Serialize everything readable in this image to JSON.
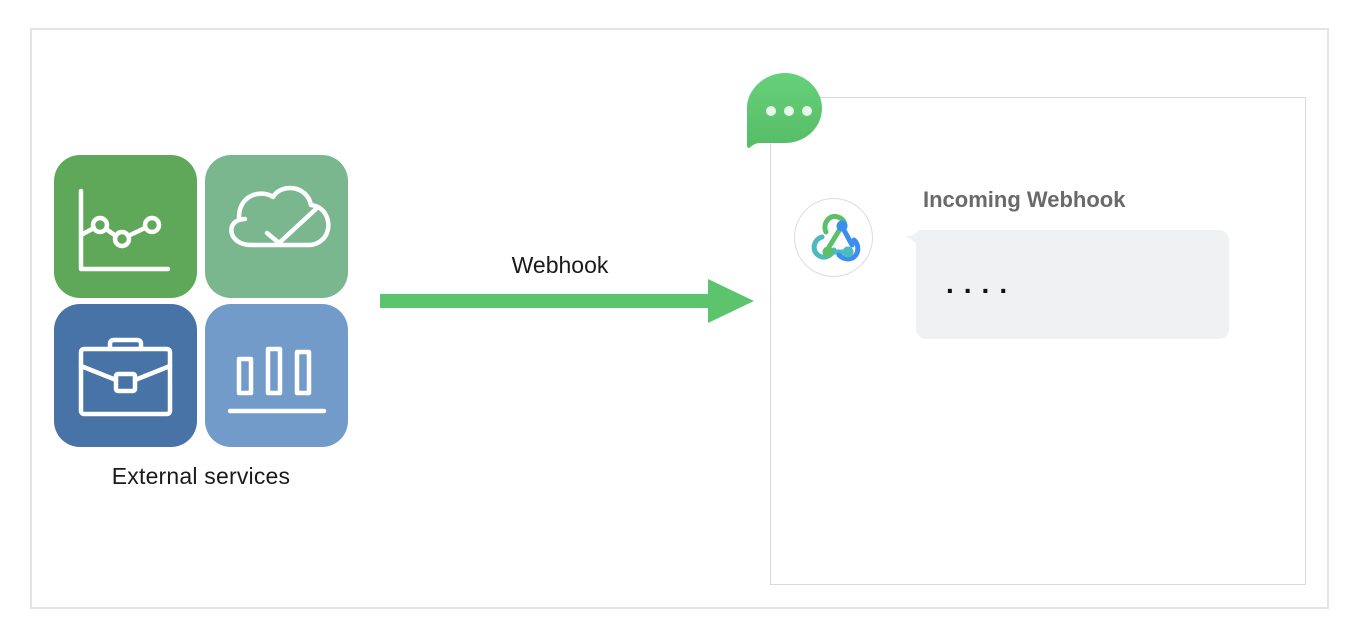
{
  "diagram": {
    "source": {
      "label": "External services",
      "tiles": [
        {
          "icon": "line-chart-icon",
          "color": "#5fa85a"
        },
        {
          "icon": "cloud-check-icon",
          "color": "#7ab68e"
        },
        {
          "icon": "briefcase-icon",
          "color": "#4773a6"
        },
        {
          "icon": "bar-chart-icon",
          "color": "#729bca"
        }
      ]
    },
    "connector": {
      "label": "Webhook",
      "color": "#5cc46c"
    },
    "destination": {
      "badge_icon": "chat-bubble-icon",
      "badge_color": "#5cc46c",
      "message": {
        "avatar_icon": "webhook-icon",
        "sender": "Incoming Webhook",
        "text": "...."
      }
    }
  }
}
